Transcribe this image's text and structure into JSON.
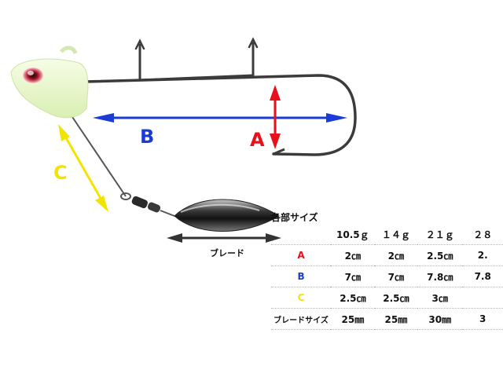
{
  "labels": {
    "a": "A",
    "b": "B",
    "c": "C",
    "blade": "ブレード"
  },
  "colors": {
    "a": "#e8101a",
    "b": "#1a3bd6",
    "c": "#f2e300",
    "head": "#eaf7cf"
  },
  "spec_table": {
    "title": "各部サイズ",
    "columns": [
      "10.5ｇ",
      "１４ｇ",
      "２１ｇ",
      "２８"
    ],
    "rows": [
      {
        "label": "A",
        "values": [
          "2㎝",
          "2㎝",
          "2.5㎝",
          "2."
        ]
      },
      {
        "label": "B",
        "values": [
          "7㎝",
          "7㎝",
          "7.8㎝",
          "7.8"
        ]
      },
      {
        "label": "C",
        "values": [
          "2.5㎝",
          "2.5㎝",
          "3㎝",
          ""
        ]
      },
      {
        "label": "ブレードサイズ",
        "values": [
          "25㎜",
          "25㎜",
          "30㎜",
          "3"
        ]
      }
    ]
  }
}
